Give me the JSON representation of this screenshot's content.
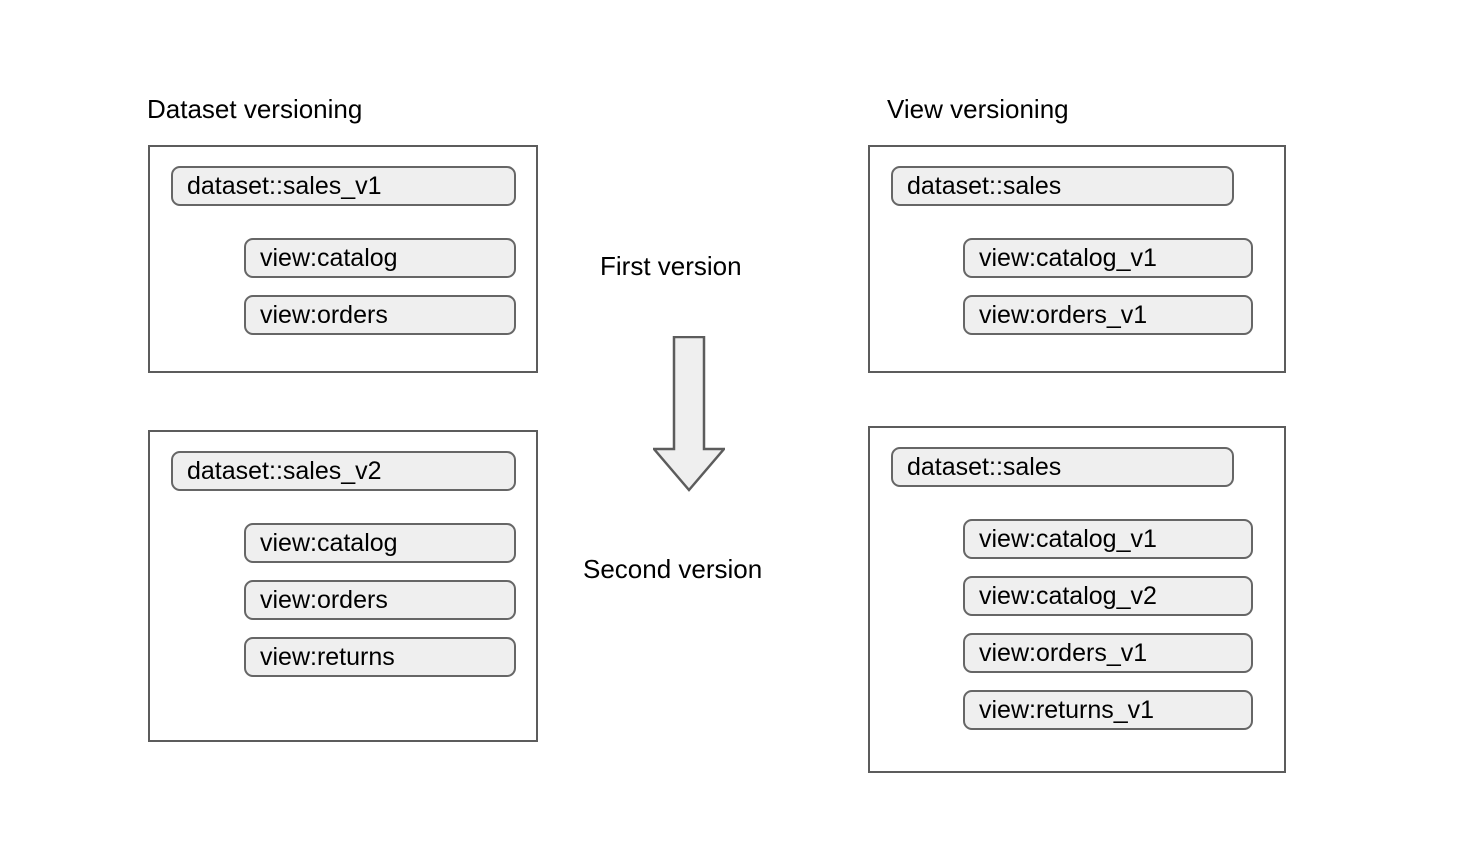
{
  "diagram": {
    "title_left": "Dataset versioning",
    "title_right": "View versioning",
    "center": {
      "first_label": "First version",
      "second_label": "Second version",
      "arrow_icon": "arrow-down-icon"
    },
    "colors": {
      "pill_fill": "#efefef",
      "pill_border": "#666666",
      "group_border": "#5c5c5c",
      "arrow_fill": "#efefef",
      "arrow_border": "#5c5c5c",
      "background": "#ffffff",
      "text": "#000000"
    },
    "columns": [
      {
        "name": "dataset-versioning",
        "title": "Dataset versioning",
        "groups": [
          {
            "name": "first-version",
            "dataset": "dataset::sales_v1",
            "views": [
              "view:catalog",
              "view:orders"
            ]
          },
          {
            "name": "second-version",
            "dataset": "dataset::sales_v2",
            "views": [
              "view:catalog",
              "view:orders",
              "view:returns"
            ]
          }
        ]
      },
      {
        "name": "view-versioning",
        "title": "View versioning",
        "groups": [
          {
            "name": "first-version",
            "dataset": "dataset::sales",
            "views": [
              "view:catalog_v1",
              "view:orders_v1"
            ]
          },
          {
            "name": "second-version",
            "dataset": "dataset::sales",
            "views": [
              "view:catalog_v1",
              "view:catalog_v2",
              "view:orders_v1",
              "view:returns_v1"
            ]
          }
        ]
      }
    ]
  }
}
